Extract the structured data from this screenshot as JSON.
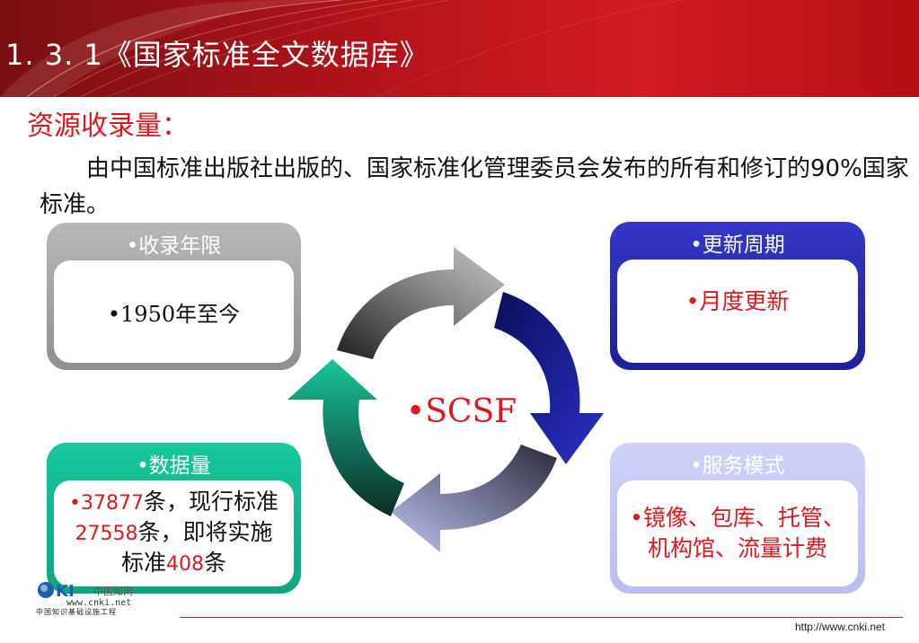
{
  "header": {
    "title": "1. 3. 1《国家标准全文数据库》"
  },
  "section_label": "资源收录量：",
  "description": "由中国标准出版社出版的、国家标准化管理委员会发布的所有和修订的90%国家标准。",
  "center_label": "•SCSF",
  "cards": {
    "coverage": {
      "title": "•收录年限",
      "body": "•1950年至今"
    },
    "update": {
      "title": "•更新周期",
      "body": "•月度更新"
    },
    "volume": {
      "title": "•数据量",
      "bullet": "•",
      "n1": "37877",
      "t1": "条，现行标准",
      "n2": "27558",
      "t2": "条，即将实施标准",
      "n3": "408",
      "t3": "条"
    },
    "service": {
      "title": "•服务模式",
      "body": "•镜像、包库、托管、机构馆、流量计费"
    }
  },
  "footer": {
    "logo_text": "中国知网",
    "logo_url": "www.cnki.net",
    "logo_sub": "中国知识基础设施工程",
    "url": "http://www.cnki.net"
  },
  "colors": {
    "header_red": "#d21a22",
    "accent_red": "#e0181e",
    "gray_card": "#a3a3a3",
    "blue_card": "#2527b0",
    "teal_card": "#13b98f",
    "lavender_card": "#c4c8f3"
  },
  "icons": [
    "cycle-arrows",
    "cnki-logo"
  ]
}
